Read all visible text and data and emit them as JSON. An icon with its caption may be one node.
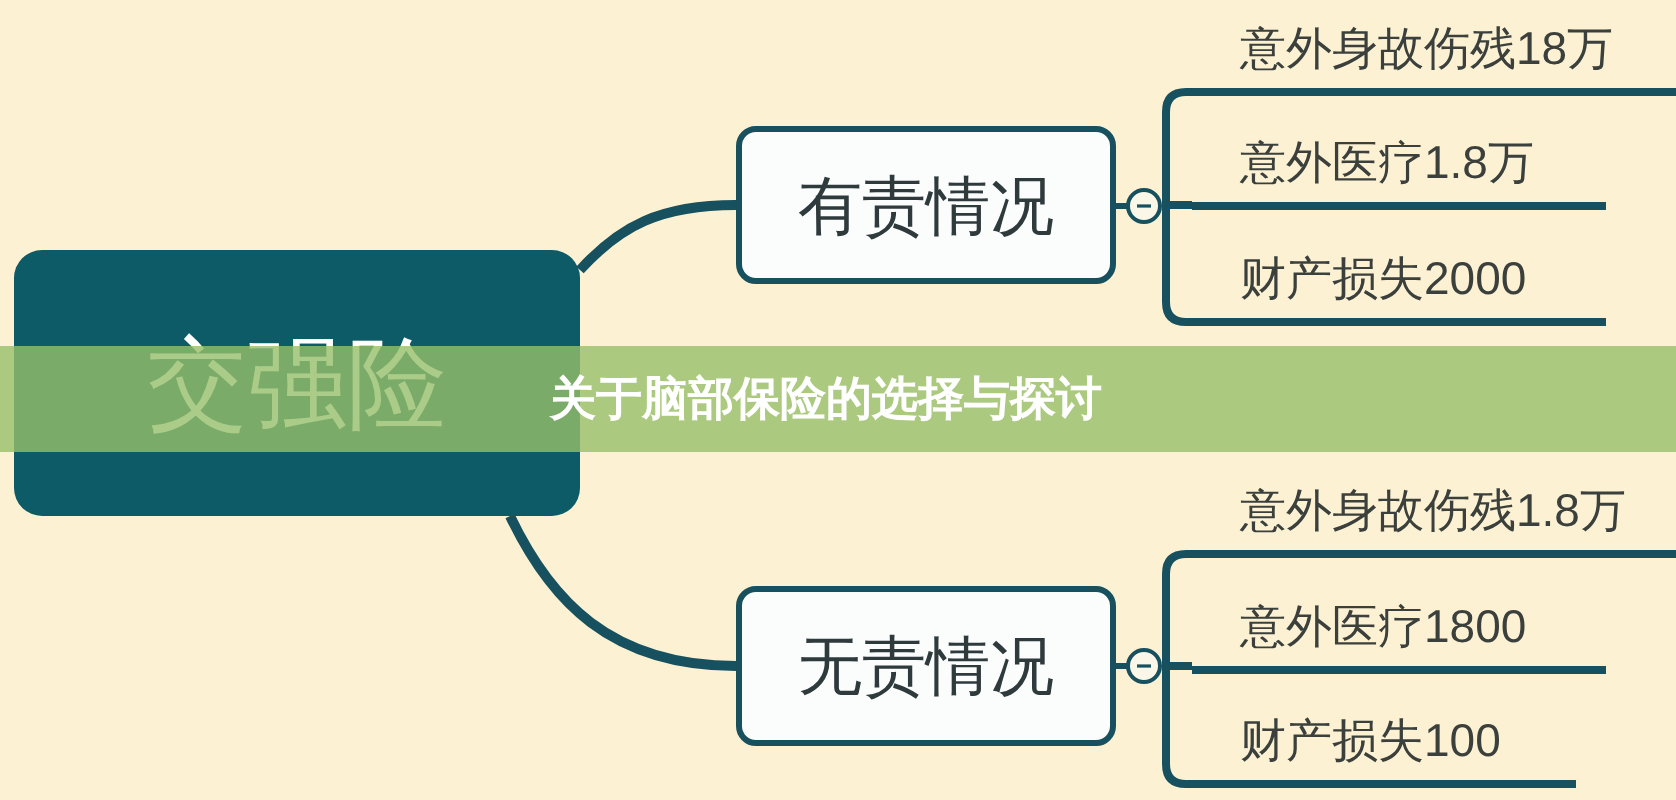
{
  "diagram": {
    "title": "关于脑部保险的选择与探讨",
    "nodes": [
      {
        "text": [
          "交强险"
        ]
      },
      {
        "text": [
          "有责情况"
        ]
      },
      {
        "text": [
          "意外身故伤残18万"
        ]
      },
      {
        "text": [
          "意外医疗1.8万"
        ]
      },
      {
        "text": [
          "财产损失2000"
        ]
      },
      {
        "text": [
          "无责情况"
        ]
      },
      {
        "text": [
          "意外身故伤残1.8万"
        ]
      },
      {
        "text": [
          "意外医疗1800"
        ]
      },
      {
        "text": [
          "财产损失100"
        ]
      }
    ],
    "edges": [
      {
        "from": 0,
        "to": 1,
        "arrow": "none"
      },
      {
        "from": 1,
        "to": 2,
        "arrow": "none"
      },
      {
        "from": 1,
        "to": 3,
        "arrow": "none"
      },
      {
        "from": 1,
        "to": 4,
        "arrow": "none"
      },
      {
        "from": 0,
        "to": 5,
        "arrow": "none"
      },
      {
        "from": 5,
        "to": 6,
        "arrow": "none"
      },
      {
        "from": 5,
        "to": 7,
        "arrow": "none"
      },
      {
        "from": 5,
        "to": 8,
        "arrow": "none"
      }
    ]
  }
}
